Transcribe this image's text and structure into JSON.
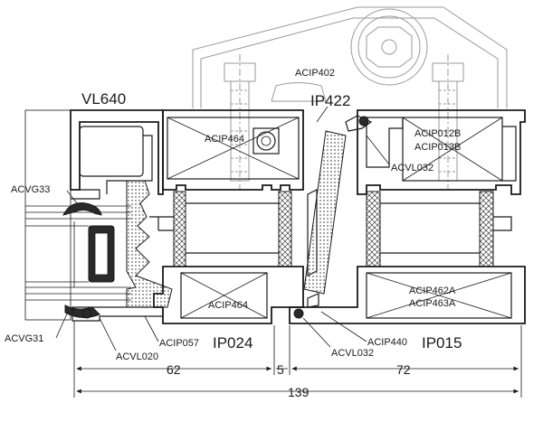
{
  "labels": {
    "acip402": "ACIP402",
    "vl640": "VL640",
    "ip422": "IP422",
    "acip464_top": "ACIP464",
    "acip012b": "ACIP012B",
    "acip013b": "ACIP013B",
    "acvl032_top": "ACVL032",
    "acvg33": "ACVG33",
    "acip464_bottom": "ACIP464",
    "acip462a": "ACIP462A",
    "acip463a": "ACIP463A",
    "acvg31": "ACVG31",
    "acip057": "ACIP057",
    "ip024": "IP024",
    "acip440": "ACIP440",
    "ip015": "IP015",
    "acvl020": "ACVL020",
    "acvl032_bottom": "ACVL032"
  },
  "dimensions": {
    "d1": "62",
    "d2": "5",
    "d3": "72",
    "total": "139"
  }
}
